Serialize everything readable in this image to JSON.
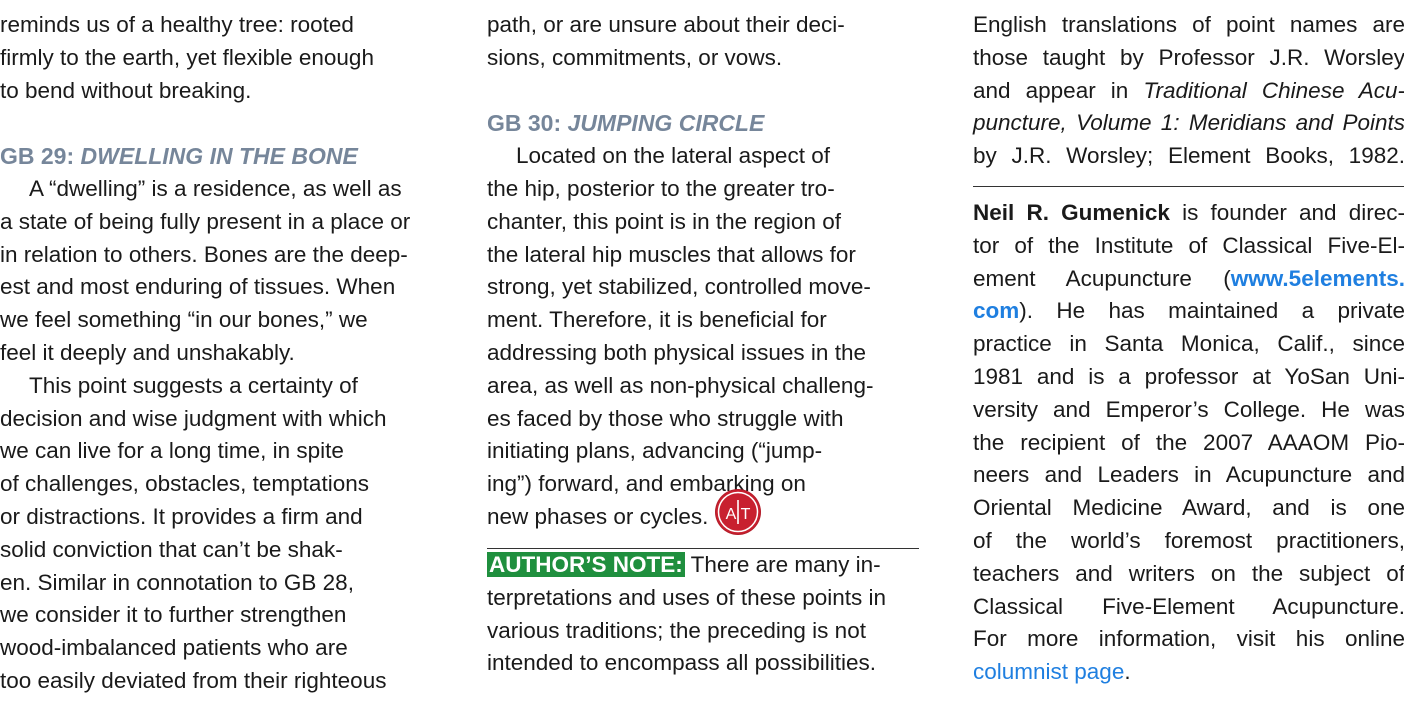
{
  "col1": {
    "lines_a": [
      "reminds us of a healthy tree: rooted",
      "firmly to the earth, yet flexible enough",
      "to bend without breaking."
    ],
    "heading_prefix": "GB 29: ",
    "heading_title": "DWELLING IN THE BONE",
    "lines_b": [
      "A “dwelling” is a residence, as well as",
      "a state of being fully present in a place or",
      "in relation to others. Bones are the deep-",
      "est and most enduring of tissues. When",
      "we feel something “in our bones,” we",
      "feel it deeply and unshakably."
    ],
    "lines_c": [
      "This point suggests a certainty of",
      "decision and wise judgment with which",
      "we can live for a long time, in spite",
      "of challenges, obstacles, temptations",
      "or distractions. It provides a firm and",
      "solid conviction that can’t be shak-",
      "en. Similar in connotation to GB 28,",
      "we consider it to further strengthen",
      "wood-imbalanced patients who are",
      "too easily deviated from their righteous"
    ]
  },
  "col2": {
    "lines_a": [
      "path, or are unsure about their deci-",
      "sions, commitments, or vows."
    ],
    "heading_prefix": "GB 30: ",
    "heading_title": "JUMPING CIRCLE",
    "lines_b": [
      "Located on the lateral aspect of",
      "the hip, posterior to the greater tro-",
      "chanter, this point is in the region of",
      "the lateral hip muscles that allows for",
      "strong, yet stabilized, controlled move-",
      "ment. Therefore, it is beneficial for",
      "addressing both physical issues in the",
      "area, as well as non-physical challeng-",
      "es faced by those who struggle with",
      "initiating plans, advancing (“jump-",
      "ing”) forward, and embarking on"
    ],
    "last_line": "new phases or cycles.",
    "logo_left": "A",
    "logo_right": "T",
    "note_label": "AUTHOR’S NOTE:",
    "note_first": " There are many in-",
    "note_lines": [
      "terpretations and uses of these points in",
      "various traditions; the preceding is not",
      "intended to encompass all possibilities."
    ]
  },
  "col3": {
    "trans_l1": "English translations of point names are",
    "trans_l2": "those taught by Professor J.R. Worsley",
    "trans_l3_a": "and appear in ",
    "trans_l3_b": "Traditional Chinese Acu-",
    "trans_l4": "puncture, Volume 1: Meridians and Points",
    "trans_l5": "by J.R. Worsley; Element Books, 1982.",
    "bio_name": "Neil R. Gumenick",
    "bio_l1_rest": " is founder and direc-",
    "bio_l2": "tor of the Institute of Classical Five-El-",
    "bio_l3_a": "ement Acupuncture (",
    "bio_link_a": "www.5elements.",
    "bio_link_b": "com",
    "bio_l4_rest": "). He has maintained a private",
    "bio_lines": [
      "practice in Santa Monica, Calif., since",
      "1981 and is a professor at YoSan Uni-",
      "versity and Emperor’s College. He was",
      "the recipient of the 2007 AAAOM Pio-",
      "neers and Leaders in Acupuncture and",
      "Oriental Medicine Award, and is one",
      "of the world’s foremost practitioners,",
      "teachers and writers on the subject of",
      "Classical Five-Element Acupuncture.",
      "For more information, visit his online"
    ],
    "columnist_link": "columnist page",
    "columnist_tail": "."
  }
}
